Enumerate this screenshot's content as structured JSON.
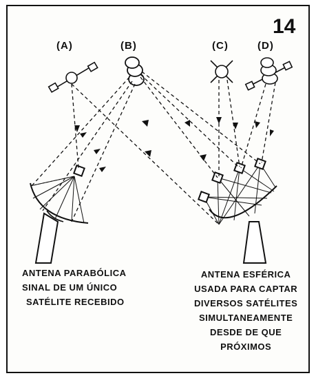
{
  "figure_number": "14",
  "satellites": [
    {
      "label": "(A)"
    },
    {
      "label": "(B)"
    },
    {
      "label": "(C)"
    },
    {
      "label": "(D)"
    }
  ],
  "left_caption": [
    "ANTENA PARABÓLICA",
    "SINAL DE UM ÚNICO",
    "SATÉLITE RECEBIDO"
  ],
  "right_caption": [
    "ANTENA ESFÉRICA",
    "USADA PARA CAPTAR",
    "DIVERSOS SATÉLITES",
    "SIMULTANEAMENTE",
    "DESDE DE QUE",
    "PRÓXIMOS"
  ]
}
